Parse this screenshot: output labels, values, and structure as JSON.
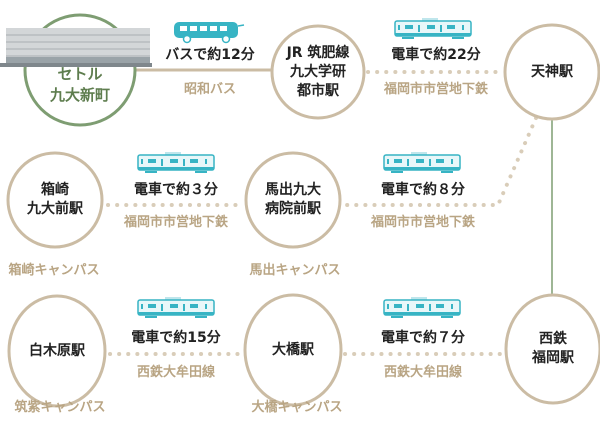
{
  "colors": {
    "line": "#cbbca4",
    "green": "#7e9d72",
    "teal": "#37b4c4",
    "label": "#b9a584"
  },
  "stations": {
    "home": "セトル\n九大新町",
    "jr": "JR 筑肥線\n九大学研\n都市駅",
    "tenjin": "天神駅",
    "hakozaki": "箱崎\n九大前駅",
    "maidashi": "馬出九大\n病院前駅",
    "shiraki": "白木原駅",
    "ohashi": "大橋駅",
    "nishitetsu": "西鉄\n福岡駅"
  },
  "routes": [
    {
      "duration": "バスで約12分",
      "line": "昭和バス",
      "icon": "bus-icon"
    },
    {
      "duration": "電車で約22分",
      "line": "福岡市市営地下鉄",
      "icon": "train-icon"
    },
    {
      "duration": "電車で約３分",
      "line": "福岡市市営地下鉄",
      "icon": "train-icon"
    },
    {
      "duration": "電車で約８分",
      "line": "福岡市市営地下鉄",
      "icon": "train-icon"
    },
    {
      "duration": "電車で約15分",
      "line": "西鉄大牟田線",
      "icon": "train-icon"
    },
    {
      "duration": "電車で約７分",
      "line": "西鉄大牟田線",
      "icon": "train-icon"
    }
  ],
  "campuses": [
    "箱崎キャンパス",
    "馬出キャンパス",
    "筑紫キャンパス",
    "大橋キャンパス"
  ]
}
